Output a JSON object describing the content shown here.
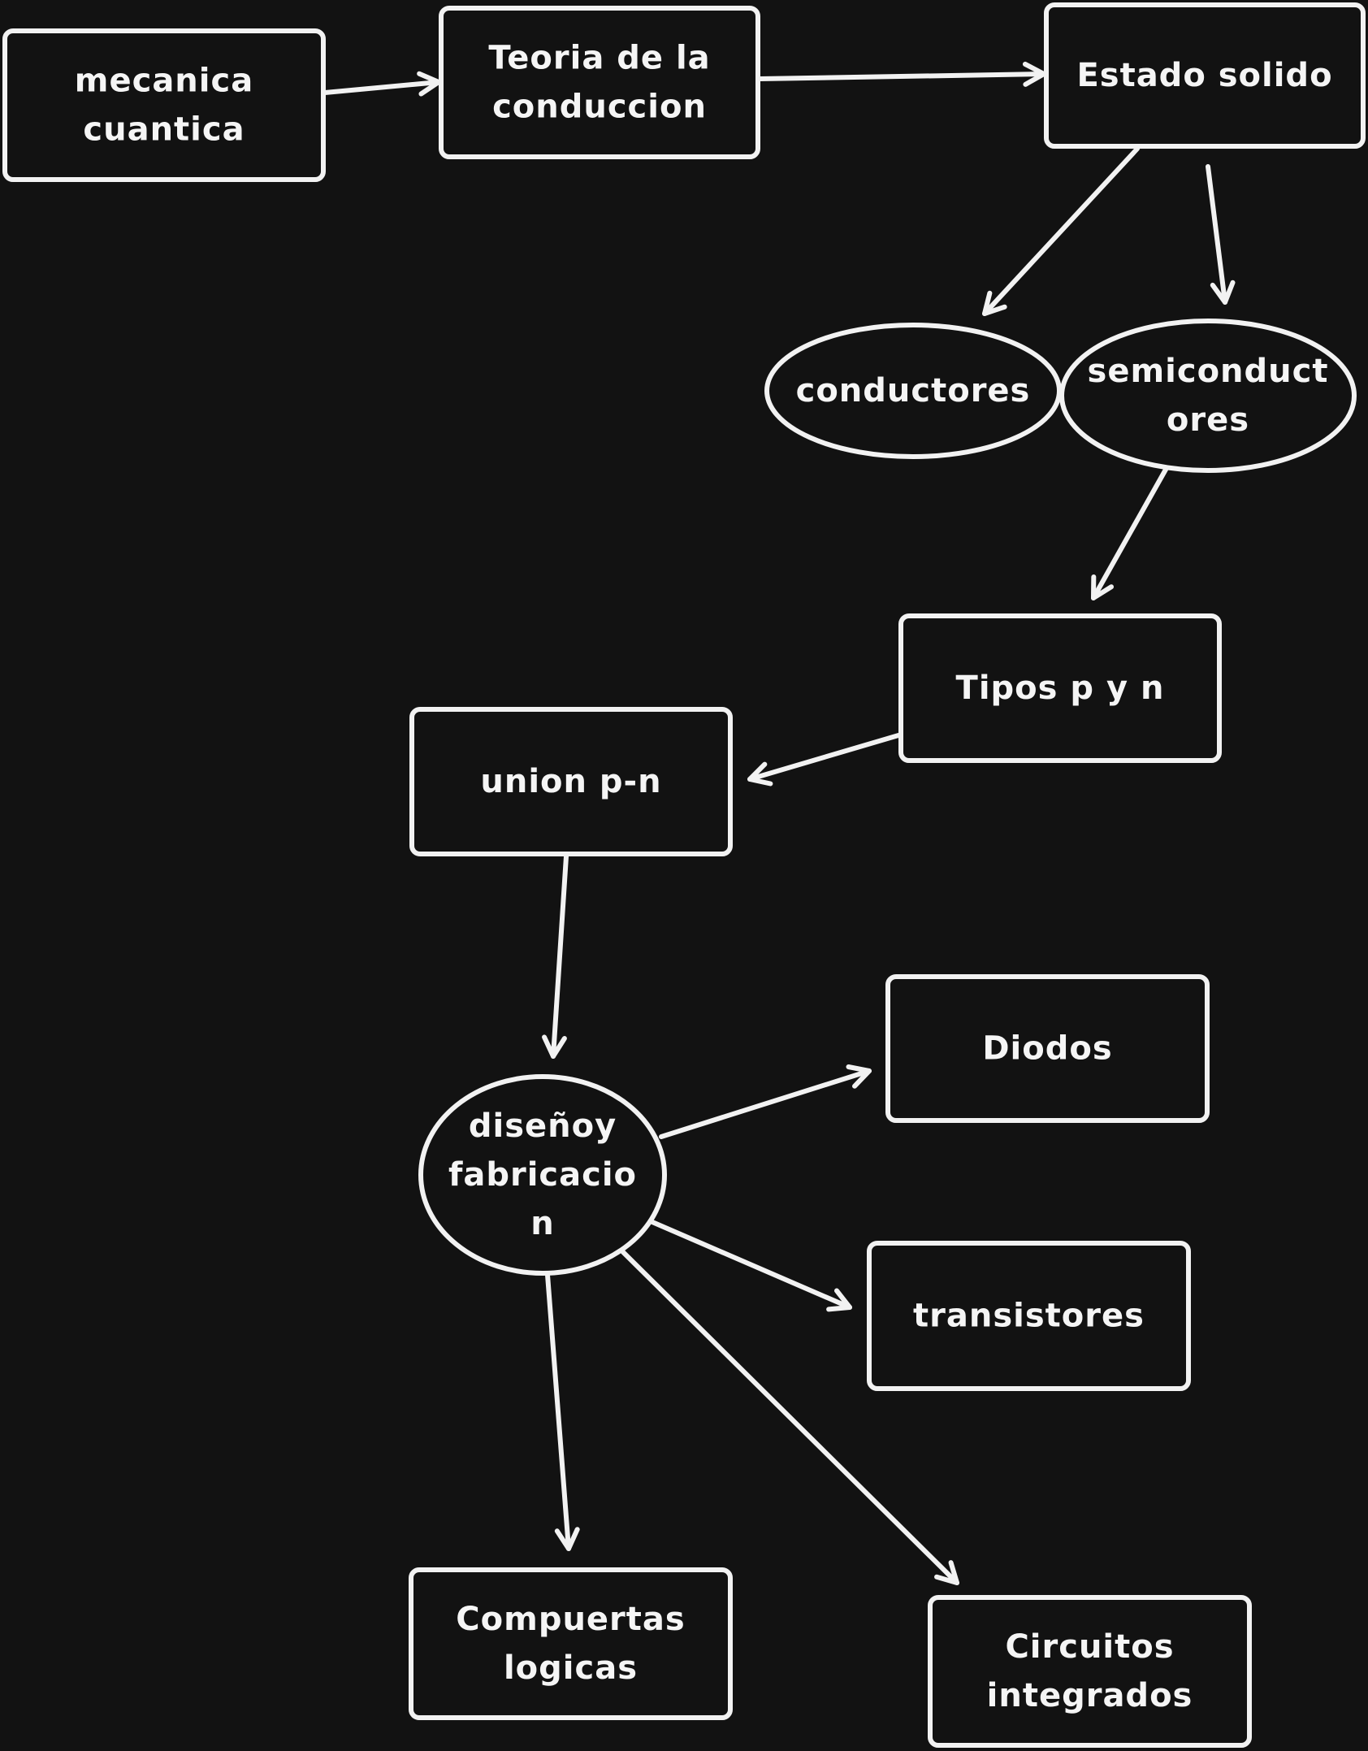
{
  "diagram": {
    "background": "#121212",
    "stroke_color": "#f2f2f2",
    "text_color": "#f5f5f5",
    "nodes": {
      "mecanica": {
        "shape": "rect",
        "lines": [
          "mecanica",
          "cuantica"
        ]
      },
      "teoria": {
        "shape": "rect",
        "lines": [
          "Teoria de la",
          "conduccion"
        ]
      },
      "estado": {
        "shape": "rect",
        "lines": [
          "Estado solido"
        ]
      },
      "conductores": {
        "shape": "ellipse",
        "lines": [
          "conductores"
        ]
      },
      "semiconductores": {
        "shape": "ellipse",
        "lines": [
          "semiconduct",
          "ores"
        ]
      },
      "tipos": {
        "shape": "rect",
        "lines": [
          "Tipos p y n"
        ]
      },
      "union": {
        "shape": "rect",
        "lines": [
          "union p-n"
        ]
      },
      "diseno": {
        "shape": "ellipse",
        "lines": [
          "diseñoy",
          "fabricacio",
          "n"
        ]
      },
      "diodos": {
        "shape": "rect",
        "lines": [
          "Diodos"
        ]
      },
      "transistores": {
        "shape": "rect",
        "lines": [
          "transistores"
        ]
      },
      "compuertas": {
        "shape": "rect",
        "lines": [
          "Compuertas",
          "logicas"
        ]
      },
      "circuitos": {
        "shape": "rect",
        "lines": [
          "Circuitos",
          "integrados"
        ]
      }
    },
    "edges": [
      {
        "from": "mecanica",
        "to": "teoria"
      },
      {
        "from": "teoria",
        "to": "estado"
      },
      {
        "from": "estado",
        "to": "conductores"
      },
      {
        "from": "estado",
        "to": "semiconductores"
      },
      {
        "from": "semiconductores",
        "to": "tipos"
      },
      {
        "from": "tipos",
        "to": "union"
      },
      {
        "from": "union",
        "to": "diseno"
      },
      {
        "from": "diseno",
        "to": "diodos"
      },
      {
        "from": "diseno",
        "to": "transistores"
      },
      {
        "from": "diseno",
        "to": "compuertas"
      },
      {
        "from": "diseno",
        "to": "circuitos"
      }
    ]
  }
}
